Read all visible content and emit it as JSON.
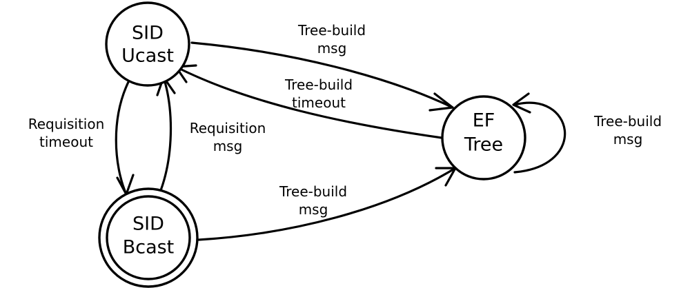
{
  "nodes": {
    "sid_ucast": {
      "line1": "SID",
      "line2": "Ucast"
    },
    "sid_bcast": {
      "line1": "SID",
      "line2": "Bcast"
    },
    "ef_tree": {
      "line1": "EF",
      "line2": "Tree"
    }
  },
  "edges": {
    "ucast_to_tree": {
      "line1": "Tree-build",
      "line2": "msg"
    },
    "tree_to_ucast": {
      "line1": "Tree-build",
      "line2": "timeout"
    },
    "ucast_to_bcast": {
      "line1": "Requisition",
      "line2": "timeout"
    },
    "bcast_to_ucast": {
      "line1": "Requisition",
      "line2": "msg"
    },
    "bcast_to_tree": {
      "line1": "Tree-build",
      "line2": "msg"
    },
    "tree_self_loop": {
      "line1": "Tree-build",
      "line2": "msg"
    }
  }
}
